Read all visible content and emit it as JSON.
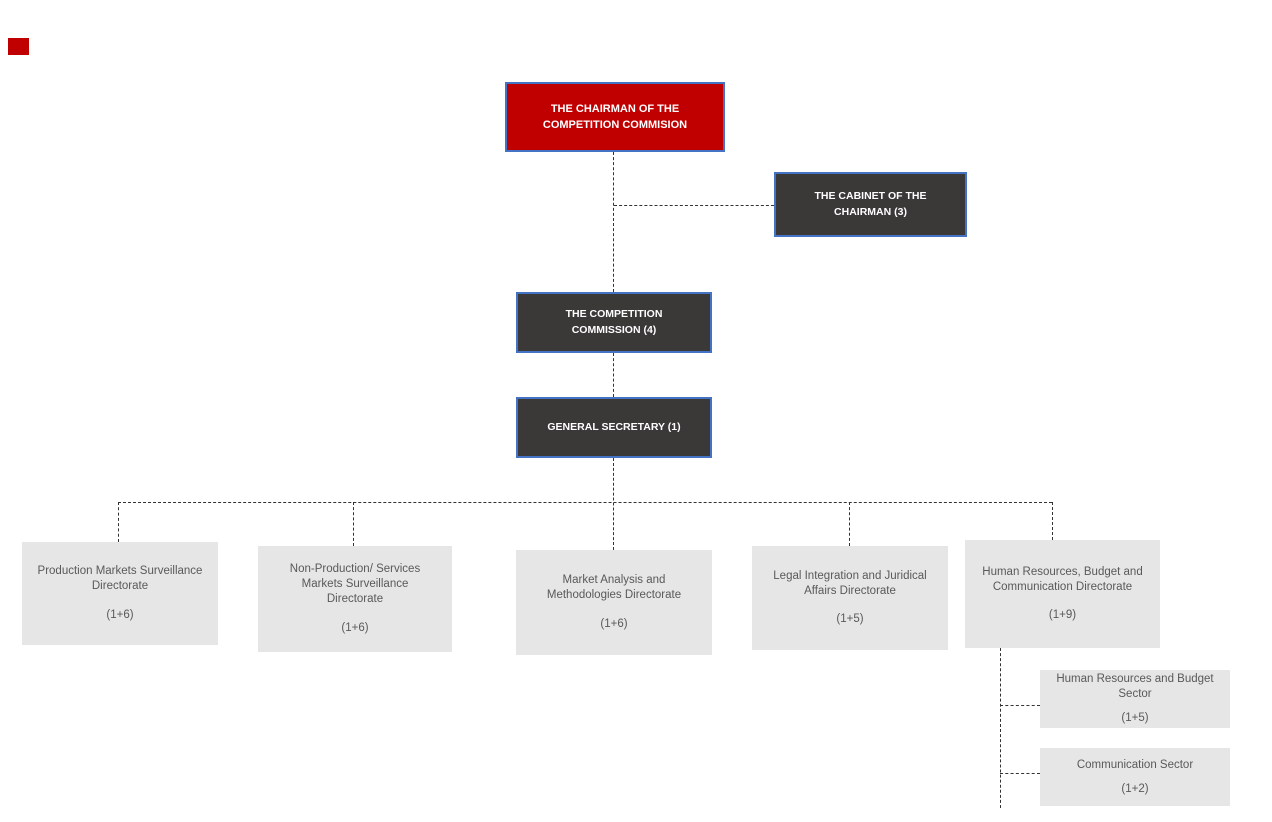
{
  "colors": {
    "accent_red": "#C00000",
    "dark_box": "#3B3838",
    "light_box": "#E7E6E6",
    "box_border": "#4472C4",
    "connector": "#333333",
    "light_box_text": "#595959"
  },
  "chart": {
    "chairman": {
      "label": "THE CHAIRMAN OF THE COMPETITION COMMISION"
    },
    "cabinet": {
      "label": "THE CABINET OF THE CHAIRMAN (3)"
    },
    "commission": {
      "label": "THE COMPETITION COMMISSION (4)"
    },
    "secretary": {
      "label": "GENERAL SECRETARY (1)"
    },
    "directorates": [
      {
        "title": "Production Markets Surveillance Directorate",
        "staff": "(1+6)"
      },
      {
        "title": "Non-Production/ Services Markets Surveillance Directorate",
        "staff": "(1+6)"
      },
      {
        "title": "Market Analysis and Methodologies Directorate",
        "staff": "(1+6)"
      },
      {
        "title": "Legal Integration and Juridical Affairs Directorate",
        "staff": "(1+5)"
      },
      {
        "title": "Human Resources, Budget and Communication Directorate",
        "staff": "(1+9)"
      }
    ],
    "sectors": [
      {
        "title": "Human Resources and Budget Sector",
        "staff": "(1+5)"
      },
      {
        "title": "Communication Sector",
        "staff": "(1+2)"
      }
    ]
  }
}
